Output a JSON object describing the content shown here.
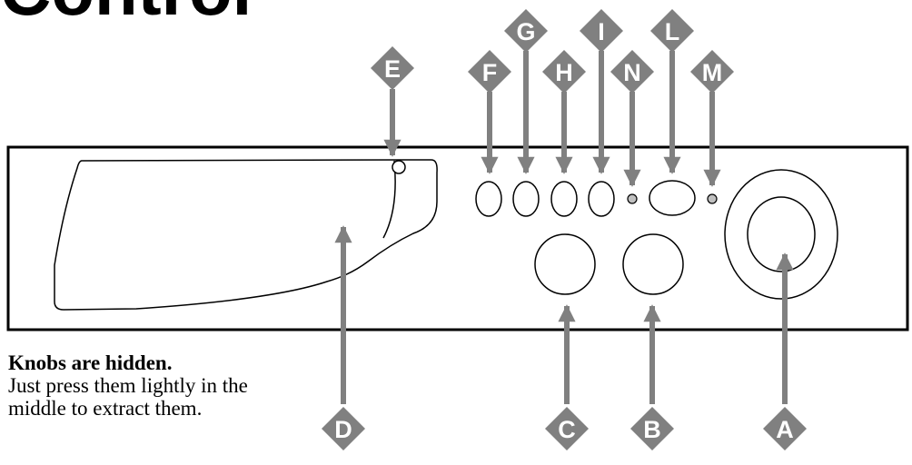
{
  "title": "Control",
  "note": {
    "heading": "Knobs are hidden.",
    "line1": "Just press them lightly in  the",
    "line2": "middle to extract them."
  },
  "markers": {
    "A": "A",
    "B": "B",
    "C": "C",
    "D": "D",
    "E": "E",
    "F": "F",
    "G": "G",
    "H": "H",
    "I": "I",
    "L": "L",
    "M": "M",
    "N": "N"
  },
  "colors": {
    "marker": "#808080",
    "marker_text": "#ffffff",
    "line": "#000000",
    "indicator": "#c0c0c0"
  }
}
